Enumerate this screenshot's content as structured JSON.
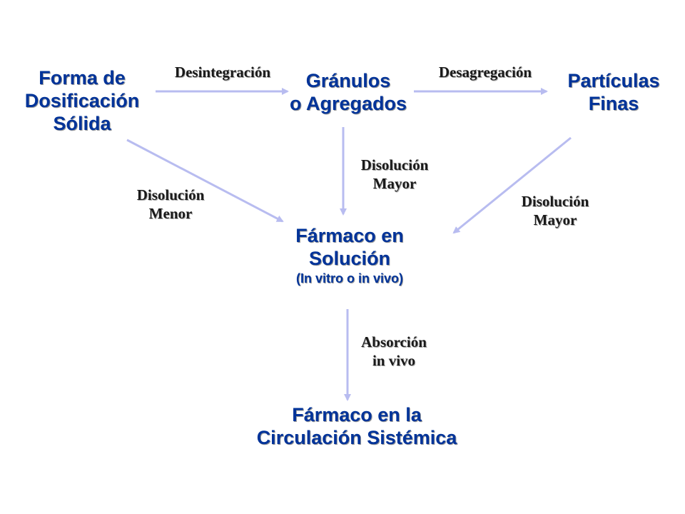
{
  "colors": {
    "node_text": "#003399",
    "edge_label_text": "#1a1a1a",
    "arrow": "#b8bcf0",
    "background": "#ffffff"
  },
  "nodes": {
    "solid_dosage": {
      "lines": [
        "Forma de",
        "Dosificación",
        "Sólida"
      ]
    },
    "granules": {
      "lines": [
        "Gránulos",
        "o Agregados"
      ]
    },
    "fine_particles": {
      "lines": [
        "Partículas",
        "Finas"
      ]
    },
    "drug_solution": {
      "lines": [
        "Fármaco en",
        "Solución"
      ],
      "sub": "(In vitro o in vivo)"
    },
    "systemic_circulation": {
      "lines": [
        "Fármaco en la",
        "Circulación Sistémica"
      ]
    }
  },
  "edge_labels": {
    "disintegration": {
      "lines": [
        "Desintegración"
      ]
    },
    "deaggregation": {
      "lines": [
        "Desagregación"
      ]
    },
    "dissolution_granules": {
      "lines": [
        "Disolución",
        "Mayor"
      ]
    },
    "dissolution_solid": {
      "lines": [
        "Disolución",
        "Menor"
      ]
    },
    "dissolution_particles": {
      "lines": [
        "Disolución",
        "Mayor"
      ]
    },
    "absorption": {
      "lines": [
        "Absorción",
        "in vivo"
      ]
    }
  }
}
